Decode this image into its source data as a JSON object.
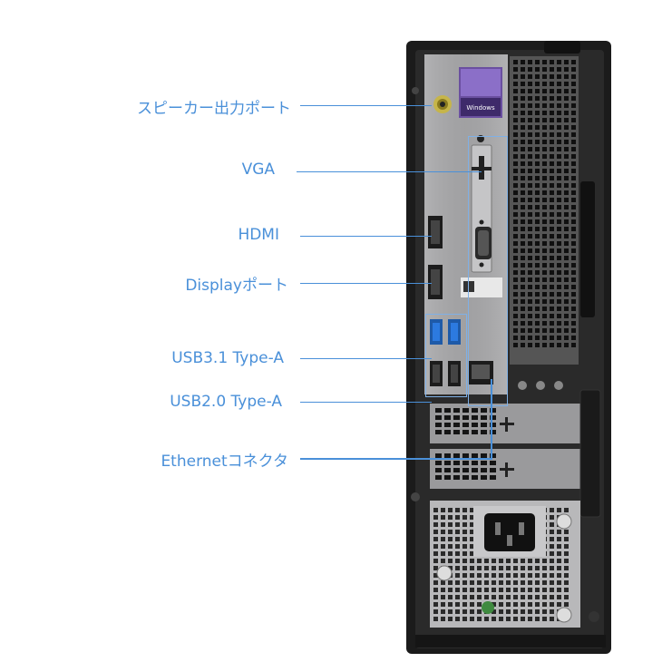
{
  "callouts": [
    {
      "id": "speaker",
      "label": "スピーカー出力ポート"
    },
    {
      "id": "vga",
      "label": "VGA"
    },
    {
      "id": "hdmi",
      "label": "HDMI"
    },
    {
      "id": "displayport",
      "label": "Displayポート"
    },
    {
      "id": "usb31",
      "label": "USB3.1 Type-A"
    },
    {
      "id": "usb20",
      "label": "USB2.0 Type-A"
    },
    {
      "id": "ethernet",
      "label": "Ethernetコネクタ"
    }
  ],
  "sticker_text": "Windows",
  "colors": {
    "accent": "#4a90d9",
    "chassis": "#1b1b1b",
    "panel": "#a9a9ab"
  }
}
